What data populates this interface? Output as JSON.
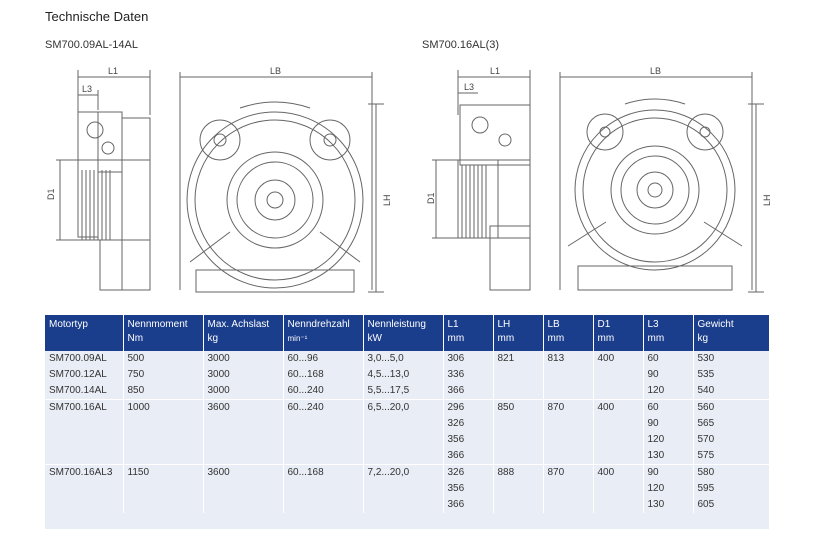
{
  "title": "Technische Daten",
  "models": [
    "SM700.09AL-14AL",
    "SM700.16AL(3)"
  ],
  "dimensions": {
    "L1": "L1",
    "L3": "L3",
    "LB": "LB",
    "LH": "LH",
    "D1": "D1"
  },
  "table": {
    "headers": [
      {
        "name": "Motortyp",
        "unit": ""
      },
      {
        "name": "Nennmoment",
        "unit": "Nm"
      },
      {
        "name": "Max. Achslast",
        "unit": "kg"
      },
      {
        "name": "Nenndrehzahl",
        "unit": "min⁻¹"
      },
      {
        "name": "Nennleistung",
        "unit": "kW"
      },
      {
        "name": "L1",
        "unit": "mm"
      },
      {
        "name": "LH",
        "unit": "mm"
      },
      {
        "name": "LB",
        "unit": "mm"
      },
      {
        "name": "D1",
        "unit": "mm"
      },
      {
        "name": "L3",
        "unit": "mm"
      },
      {
        "name": "Gewicht",
        "unit": "kg"
      }
    ],
    "rows": [
      [
        "SM700.09AL",
        "500",
        "3000",
        "60...96",
        "3,0...5,0",
        "306",
        "821",
        "813",
        "400",
        "60",
        "530"
      ],
      [
        "SM700.12AL",
        "750",
        "3000",
        "60...168",
        "4,5...13,0",
        "336",
        "",
        "",
        "",
        "90",
        "535"
      ],
      [
        "SM700.14AL",
        "850",
        "3000",
        "60...240",
        "5,5...17,5",
        "366",
        "",
        "",
        "",
        "120",
        "540"
      ],
      [
        "SM700.16AL",
        "1000",
        "3600",
        "60...240",
        "6,5...20,0",
        "296",
        "850",
        "870",
        "400",
        "60",
        "560"
      ],
      [
        "",
        "",
        "",
        "",
        "",
        "326",
        "",
        "",
        "",
        "90",
        "565"
      ],
      [
        "",
        "",
        "",
        "",
        "",
        "356",
        "",
        "",
        "",
        "120",
        "570"
      ],
      [
        "",
        "",
        "",
        "",
        "",
        "366",
        "",
        "",
        "",
        "130",
        "575"
      ],
      [
        "SM700.16AL3",
        "1150",
        "3600",
        "60...168",
        "7,2...20,0",
        "326",
        "888",
        "870",
        "400",
        "90",
        "580"
      ],
      [
        "",
        "",
        "",
        "",
        "",
        "356",
        "",
        "",
        "",
        "120",
        "595"
      ],
      [
        "",
        "",
        "",
        "",
        "",
        "366",
        "",
        "",
        "",
        "130",
        "605"
      ]
    ]
  }
}
